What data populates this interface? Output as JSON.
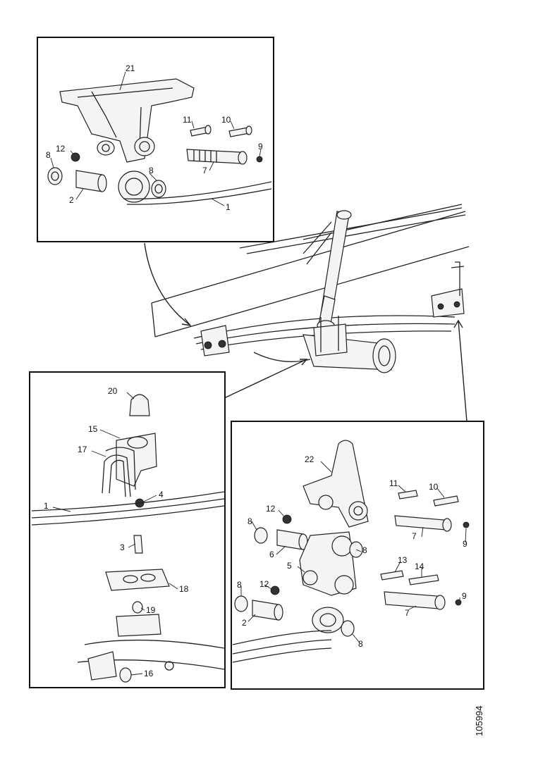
{
  "reference_code": "105994",
  "callouts": {
    "top_inset": [
      {
        "id": "t21",
        "text": "21"
      },
      {
        "id": "t11",
        "text": "11"
      },
      {
        "id": "t10",
        "text": "10"
      },
      {
        "id": "t12",
        "text": "12"
      },
      {
        "id": "t8a",
        "text": "8"
      },
      {
        "id": "t9",
        "text": "9"
      },
      {
        "id": "t7",
        "text": "7"
      },
      {
        "id": "t8b",
        "text": "8"
      },
      {
        "id": "t2",
        "text": "2"
      },
      {
        "id": "t1",
        "text": "1"
      }
    ],
    "left_inset": [
      {
        "id": "l20",
        "text": "20"
      },
      {
        "id": "l15",
        "text": "15"
      },
      {
        "id": "l17",
        "text": "17"
      },
      {
        "id": "l4",
        "text": "4"
      },
      {
        "id": "l1",
        "text": "1"
      },
      {
        "id": "l3",
        "text": "3"
      },
      {
        "id": "l18",
        "text": "18"
      },
      {
        "id": "l19",
        "text": "19"
      },
      {
        "id": "l16",
        "text": "16"
      }
    ],
    "right_inset": [
      {
        "id": "r22",
        "text": "22"
      },
      {
        "id": "r11",
        "text": "11"
      },
      {
        "id": "r10",
        "text": "10"
      },
      {
        "id": "r12a",
        "text": "12"
      },
      {
        "id": "r8a",
        "text": "8"
      },
      {
        "id": "r7a",
        "text": "7"
      },
      {
        "id": "r9a",
        "text": "9"
      },
      {
        "id": "r6",
        "text": "6"
      },
      {
        "id": "r8b",
        "text": "8"
      },
      {
        "id": "r5",
        "text": "5"
      },
      {
        "id": "r13",
        "text": "13"
      },
      {
        "id": "r14",
        "text": "14"
      },
      {
        "id": "r8c",
        "text": "8"
      },
      {
        "id": "r12b",
        "text": "12"
      },
      {
        "id": "r9b",
        "text": "9"
      },
      {
        "id": "r2",
        "text": "2"
      },
      {
        "id": "r7b",
        "text": "7"
      },
      {
        "id": "r8d",
        "text": "8"
      }
    ]
  }
}
